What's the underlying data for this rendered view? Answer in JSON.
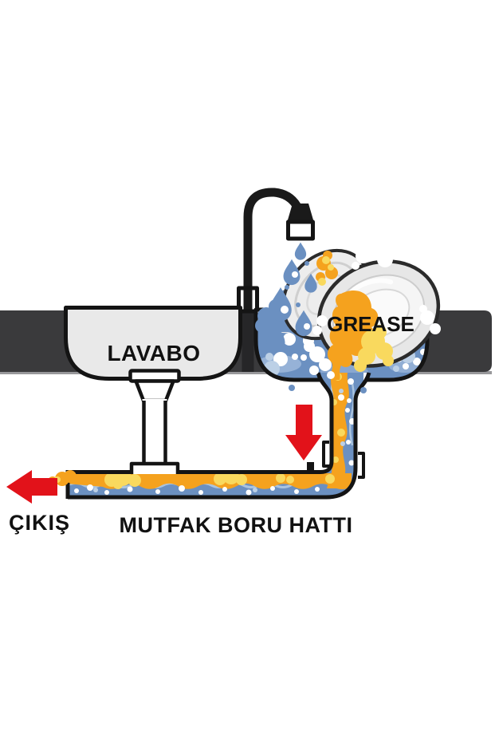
{
  "diagram": {
    "title_context": "kitchen sink grease flow diagram",
    "labels": {
      "left_sink": "LAVABO",
      "grease": "GREASE",
      "exit": "ÇIKIŞ",
      "pipe_line": "MUTFAK BORU HATTI"
    },
    "icons": {
      "down_arrow": "red-down-arrow",
      "left_arrow": "red-left-arrow",
      "faucet": "black-gooseneck-faucet",
      "water_drop": "blue-teardrop"
    },
    "colors": {
      "background": "#ffffff",
      "counter": "#3a3a3c",
      "counter_edge": "#98989b",
      "outline": "#141414",
      "sink": "#e9e9e9",
      "water": "#6b90c1",
      "water_light": "#9db8da",
      "water_wave": "#aac4df",
      "bubble_light": "#bcd0e6",
      "foam": "#ffffff",
      "grease_orange": "#f5a21e",
      "grease_yellow": "#f9d95e",
      "plate": "#e7e7e7",
      "plate_light": "#f5f5f5",
      "red": "#e2121a",
      "faucet": "#1a1a1a"
    }
  }
}
